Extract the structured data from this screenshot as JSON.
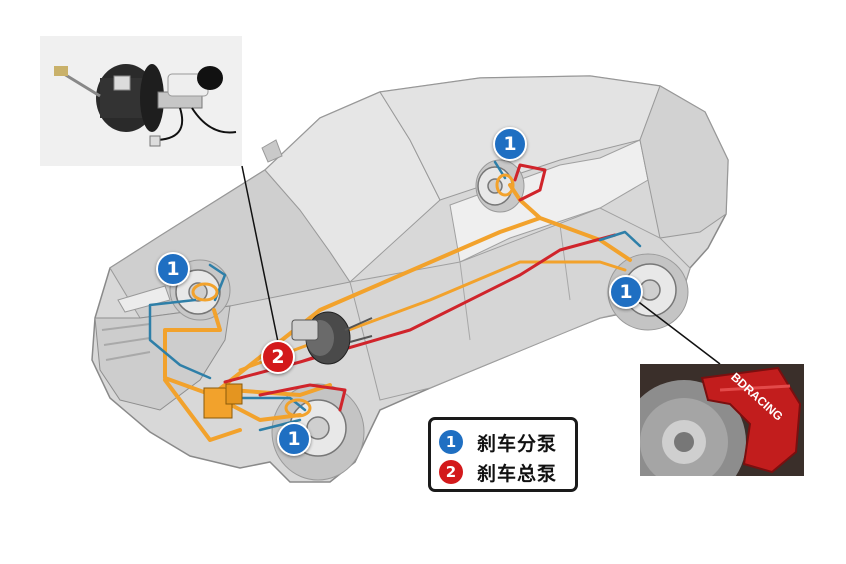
{
  "markers": {
    "caliper": "1",
    "master_cylinder": "2"
  },
  "legend": {
    "items": [
      {
        "number": "1",
        "label": "刹车分泵",
        "color": "#1f6fc2"
      },
      {
        "number": "2",
        "label": "刹车总泵",
        "color": "#d3191b"
      }
    ]
  },
  "colors": {
    "brake_line_orange": "#f2a22c",
    "brake_line_red": "#d0242b",
    "brake_line_blue": "#2e7fa8",
    "caliper_red": "#c21d1d",
    "car_body": "#d9d9d9"
  }
}
